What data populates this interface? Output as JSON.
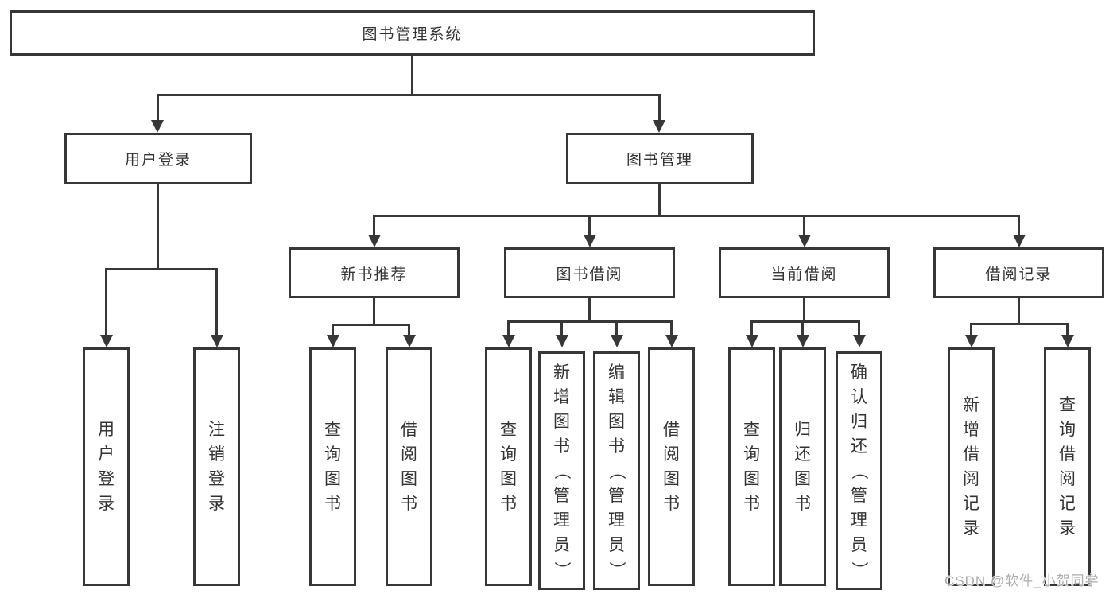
{
  "tree": {
    "root": "图书管理系统",
    "branches": [
      {
        "label": "用户登录",
        "children": [
          "用户登录",
          "注销登录"
        ]
      },
      {
        "label": "图书管理",
        "groups": [
          {
            "label": "新书推荐",
            "children": [
              "查询图书",
              "借阅图书"
            ]
          },
          {
            "label": "图书借阅",
            "children": [
              "查询图书",
              "新增图书（管理员）",
              "编辑图书（管理员）",
              "借阅图书"
            ]
          },
          {
            "label": "当前借阅",
            "children": [
              "查询图书",
              "归还图书",
              "确认归还（管理员）"
            ]
          },
          {
            "label": "借阅记录",
            "children": [
              "新增借阅记录",
              "查询借阅记录"
            ]
          }
        ]
      }
    ],
    "watermark": "CSDN @软件_小贺同学"
  },
  "colors": {
    "line": "#373737",
    "box_border": "#373737",
    "text": "#333333",
    "watermark": "#adadad",
    "background": "#ffffff"
  }
}
